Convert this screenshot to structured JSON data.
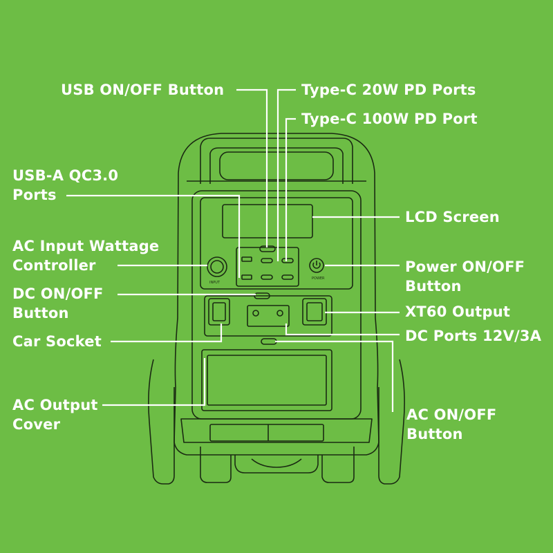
{
  "labels": {
    "usb_onoff_button": "USB ON/OFF Button",
    "type_c_20w": "Type-C 20W PD Ports",
    "type_c_100w": "Type-C 100W PD Port",
    "usb_a_qc": [
      "USB-A QC3.0",
      "Ports"
    ],
    "lcd_screen": "LCD Screen",
    "ac_input_wattage": [
      "AC Input Wattage",
      "Controller"
    ],
    "power_onoff": [
      "Power ON/OFF",
      "Button"
    ],
    "dc_onoff": [
      "DC ON/OFF",
      "Button"
    ],
    "xt60_output": "XT60 Output",
    "car_socket": "Car Socket",
    "dc_ports": "DC Ports 12V/3A",
    "ac_output_cover": [
      "AC Output",
      "Cover"
    ],
    "ac_onoff": [
      "AC ON/OFF",
      "Button"
    ]
  },
  "colors": {
    "background": "#6dbd45",
    "outline": "#1a2a12",
    "text": "#ffffff",
    "leader_line": "#ffffff"
  }
}
